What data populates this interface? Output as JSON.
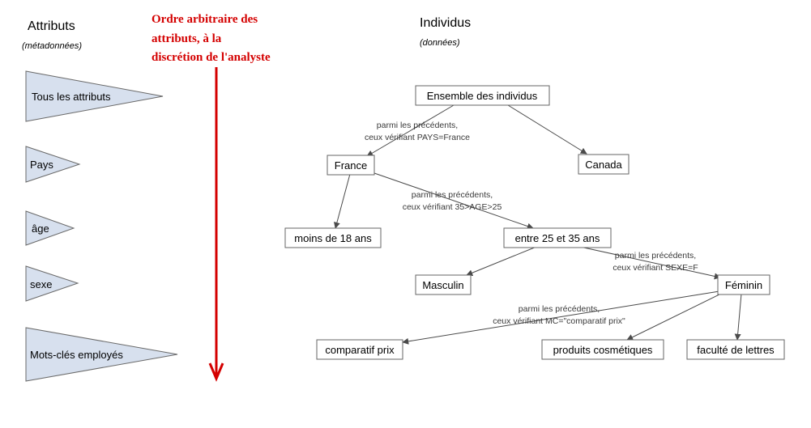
{
  "colors": {
    "note": "#d40000",
    "attr_fill": "#d7e0ee"
  },
  "attributes_panel": {
    "title": "Attributs",
    "subtitle": "(métadonnées)",
    "items": [
      {
        "label": "Tous les attributs"
      },
      {
        "label": "Pays"
      },
      {
        "label": "âge"
      },
      {
        "label": "sexe"
      },
      {
        "label": "Mots-clés employés"
      }
    ]
  },
  "note": {
    "lines": [
      "Ordre arbitraire des",
      "attributs, à la",
      "discrétion de l'analyste"
    ]
  },
  "individuals_panel": {
    "title": "Individus",
    "subtitle": "(données)"
  },
  "tree": {
    "nodes": [
      {
        "id": "ensemble",
        "label": "Ensemble des individus"
      },
      {
        "id": "france",
        "label": "France"
      },
      {
        "id": "canada",
        "label": "Canada"
      },
      {
        "id": "moins18",
        "label": "moins de 18 ans"
      },
      {
        "id": "entre25",
        "label": "entre 25 et 35 ans"
      },
      {
        "id": "masculin",
        "label": "Masculin"
      },
      {
        "id": "feminin",
        "label": "Féminin"
      },
      {
        "id": "comparatif",
        "label": "comparatif prix"
      },
      {
        "id": "produits",
        "label": "produits cosmétiques"
      },
      {
        "id": "faculte",
        "label": "faculté de lettres"
      }
    ],
    "edges": [
      {
        "from": "ensemble",
        "to": "france"
      },
      {
        "from": "ensemble",
        "to": "canada"
      },
      {
        "from": "france",
        "to": "moins18"
      },
      {
        "from": "france",
        "to": "entre25"
      },
      {
        "from": "entre25",
        "to": "masculin"
      },
      {
        "from": "entre25",
        "to": "feminin"
      },
      {
        "from": "feminin",
        "to": "comparatif"
      },
      {
        "from": "feminin",
        "to": "produits"
      },
      {
        "from": "feminin",
        "to": "faculte"
      }
    ],
    "edge_labels": [
      {
        "line1": "parmi les précédents,",
        "line2": "ceux vérifiant PAYS=France"
      },
      {
        "line1": "parmi les précédents,",
        "line2": "ceux vérifiant 35>AGE>25"
      },
      {
        "line1": "parmi les précédents,",
        "line2": "ceux vérifiant SEXE=F"
      },
      {
        "line1": "parmi les précédents,",
        "line2": "ceux vérifiant MC=\"comparatif prix\""
      }
    ]
  }
}
